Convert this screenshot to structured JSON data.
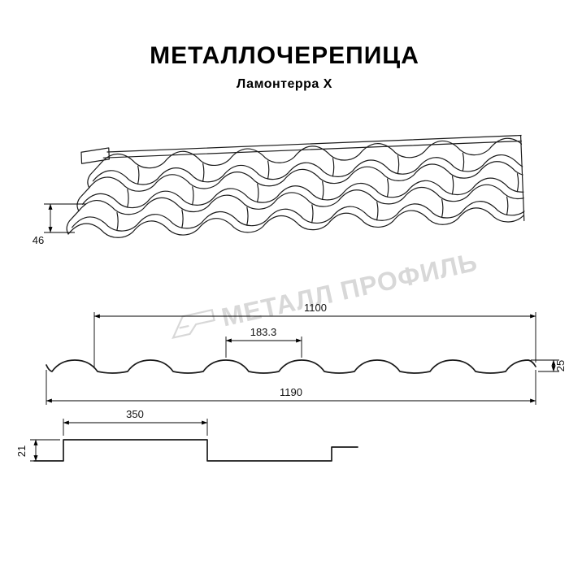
{
  "header": {
    "title": "МЕТАЛЛОЧЕРЕПИЦА",
    "subtitle": "Ламонтерра X"
  },
  "watermark": {
    "text": "МЕТАЛЛ ПРОФИЛЬ"
  },
  "drawings": {
    "dimensions": {
      "sheet_left_height": "46",
      "cover_width": "1100",
      "wave_pitch": "183.3",
      "profile_height": "25",
      "overall_width": "1190",
      "module_length": "350",
      "step_height": "21"
    }
  },
  "colors": {
    "line": "#1a1a1a",
    "watermark": "#d8d8d8",
    "background": "#ffffff"
  }
}
